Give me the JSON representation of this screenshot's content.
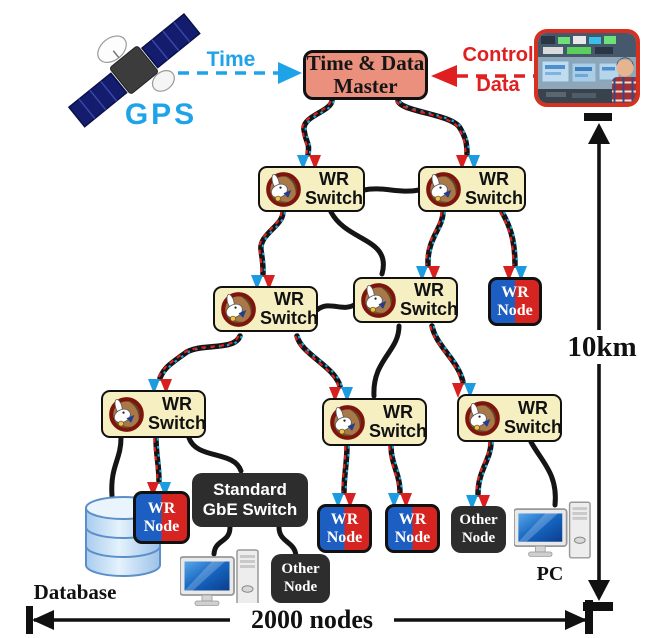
{
  "diagram": {
    "gps": {
      "label": "GPS",
      "arrow_label": "Time"
    },
    "control_room": {
      "arrow_label_line1": "Control",
      "arrow_label_line2": "Data"
    },
    "master": {
      "line1": "Time & Data",
      "line2": "Master"
    },
    "wr_switch": {
      "line1": "WR",
      "line2": "Switch"
    },
    "wr_node": {
      "line1": "WR",
      "line2": "Node"
    },
    "other_node": {
      "line1": "Other",
      "line2": "Node"
    },
    "gbe_switch": {
      "line1": "Standard",
      "line2": "GbE Switch"
    },
    "database_label": "Database",
    "pc_label": "PC",
    "scale": {
      "height": "10km",
      "width": "2000 nodes"
    },
    "colors": {
      "master_fill": "#EA907C",
      "switch_fill": "#F6EFC2",
      "node_blue": "#1D5EC2",
      "node_red": "#D62420",
      "dark_node": "#2D2D2D",
      "time_cyan": "#1FA3E8",
      "control_red": "#E02020",
      "cable_black": "#151515"
    }
  }
}
